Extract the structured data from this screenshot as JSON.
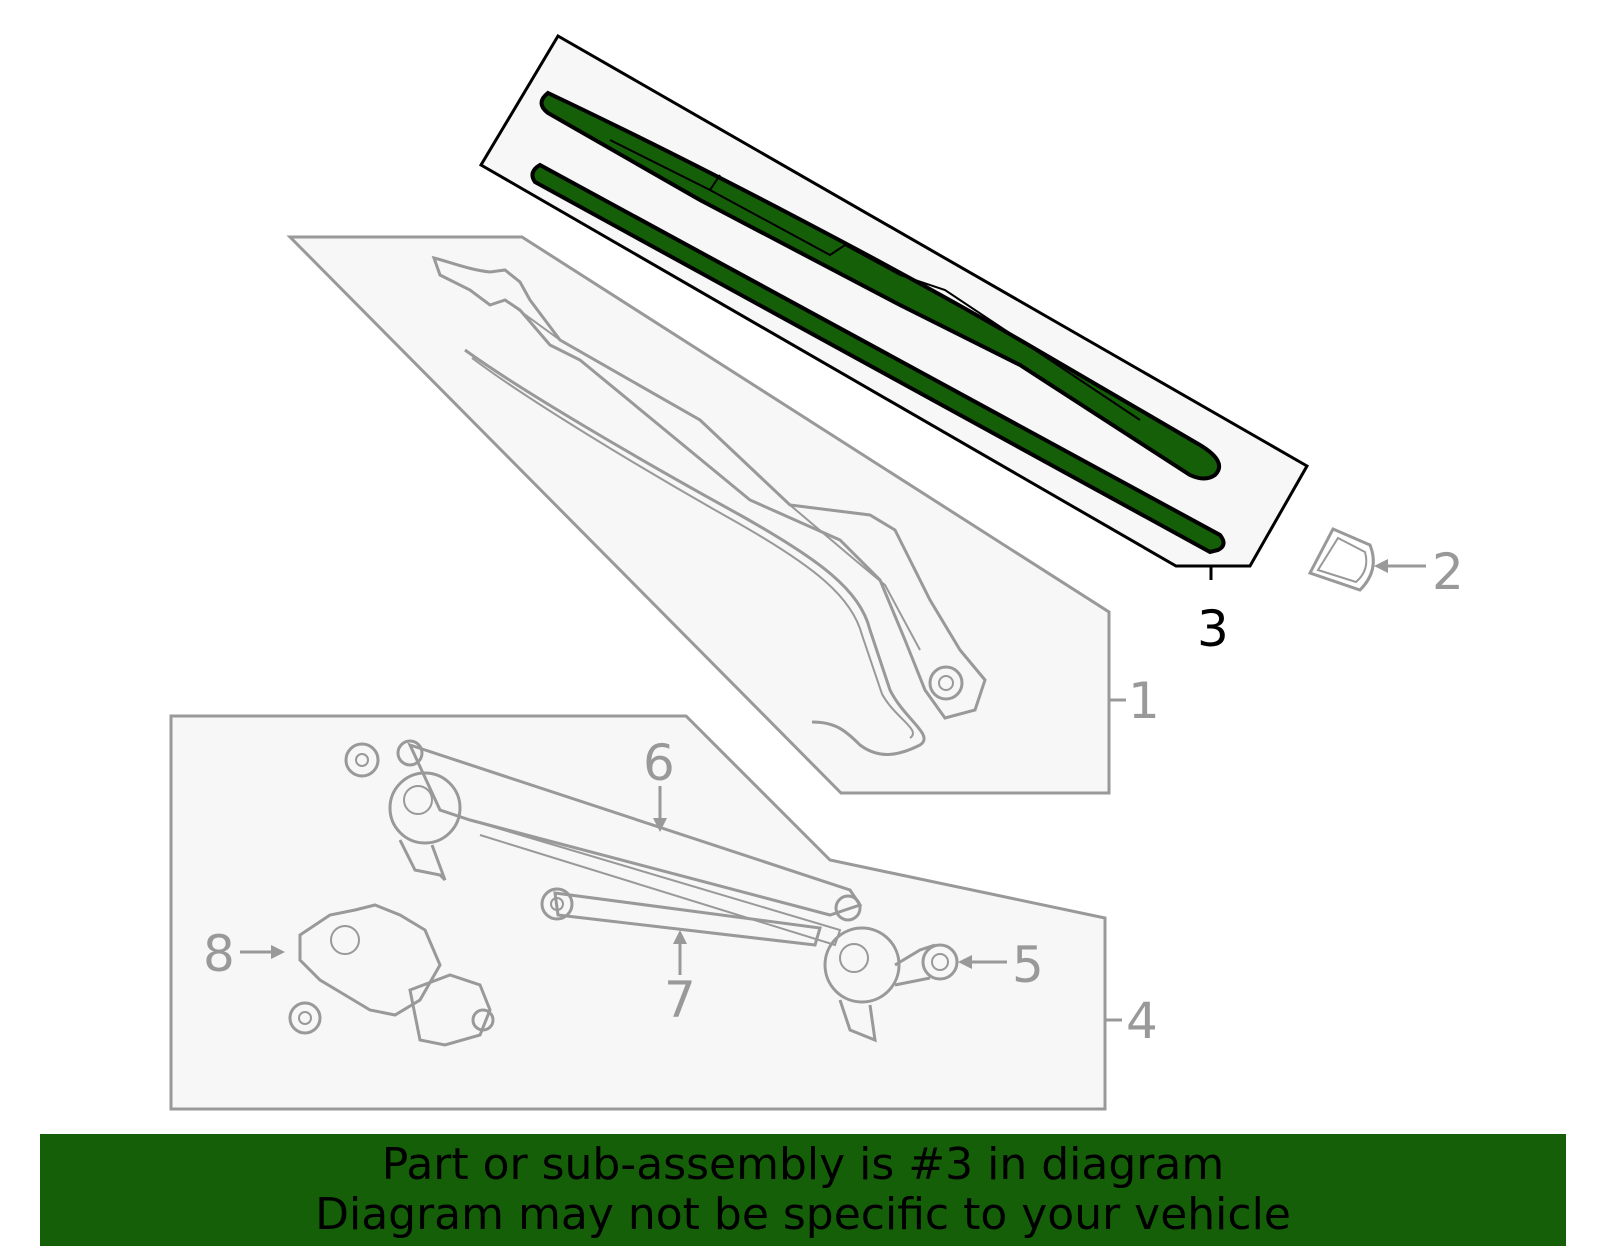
{
  "diagram": {
    "callouts": {
      "c1": "1",
      "c2": "2",
      "c3": "3",
      "c4": "4",
      "c5": "5",
      "c6": "6",
      "c7": "7",
      "c8": "8"
    },
    "highlighted_callout": "3"
  },
  "footer": {
    "line1": "Part or sub-assembly is #3 in diagram",
    "line2": "Diagram may not be specific to your vehicle"
  },
  "colors": {
    "highlight_fill": "#155f09",
    "part_outline": "#999999",
    "panel_fill": "#f7f7f7",
    "highlight_outline": "#000000"
  }
}
